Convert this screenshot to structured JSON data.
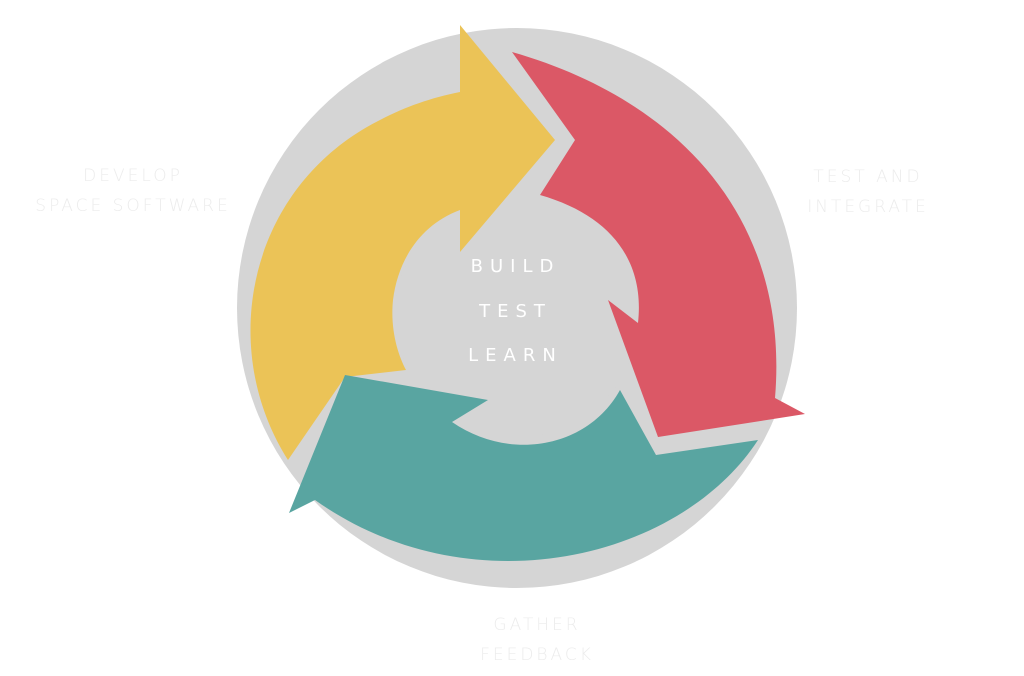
{
  "colors": {
    "ring": "#d5d5d5",
    "hub": "#d5d5d5",
    "develop": "#ebc357",
    "test": "#db5866",
    "gather": "#59a5a1",
    "label_text": "#ececec",
    "center_text": "#ffffff"
  },
  "steps": [
    {
      "key": "develop",
      "lines": [
        "DEVELOP",
        "SPACE SOFTWARE"
      ]
    },
    {
      "key": "test",
      "lines": [
        "TEST AND",
        "INTEGRATE"
      ]
    },
    {
      "key": "gather",
      "lines": [
        "GATHER",
        "FEEDBACK"
      ]
    }
  ],
  "center": {
    "words": [
      "BUILD",
      "TEST",
      "LEARN"
    ]
  }
}
